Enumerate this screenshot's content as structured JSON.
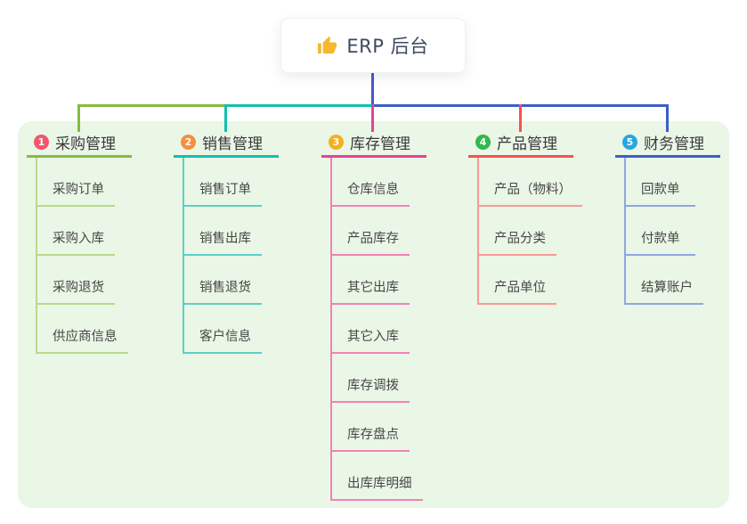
{
  "root": {
    "icon": "thumbs-up-icon",
    "label": "ERP 后台"
  },
  "canvas": {
    "background": "#ffffff",
    "panel_color": "#eaf6e6",
    "root_line_color": "#4a56d2",
    "root_text_color": "#3e4a5e"
  },
  "branches": [
    {
      "num": "1",
      "label": "采购管理",
      "colors": {
        "badge": "#f4566c",
        "line": "#85bb41",
        "light": "#b7da8b"
      },
      "children": [
        "采购订单",
        "采购入库",
        "采购退货",
        "供应商信息"
      ]
    },
    {
      "num": "2",
      "label": "销售管理",
      "colors": {
        "badge": "#f68f3e",
        "line": "#12bfb0",
        "light": "#5ed0c1"
      },
      "children": [
        "销售订单",
        "销售出库",
        "销售退货",
        "客户信息"
      ]
    },
    {
      "num": "3",
      "label": "库存管理",
      "colors": {
        "badge": "#f6b01e",
        "line": "#e54390",
        "light": "#f083b8"
      },
      "children": [
        "仓库信息",
        "产品库存",
        "其它出库",
        "其它入库",
        "库存调拨",
        "库存盘点",
        "出库库明细"
      ]
    },
    {
      "num": "4",
      "label": "产品管理",
      "colors": {
        "badge": "#2eb94e",
        "line": "#f8514d",
        "light": "#f99a96"
      },
      "children": [
        "产品（物料）",
        "产品分类",
        "产品单位"
      ]
    },
    {
      "num": "5",
      "label": "财务管理",
      "colors": {
        "badge": "#27a7e1",
        "line": "#3c5ec7",
        "light": "#8fa7e0"
      },
      "children": [
        "回款单",
        "付款单",
        "结算账户"
      ]
    }
  ]
}
